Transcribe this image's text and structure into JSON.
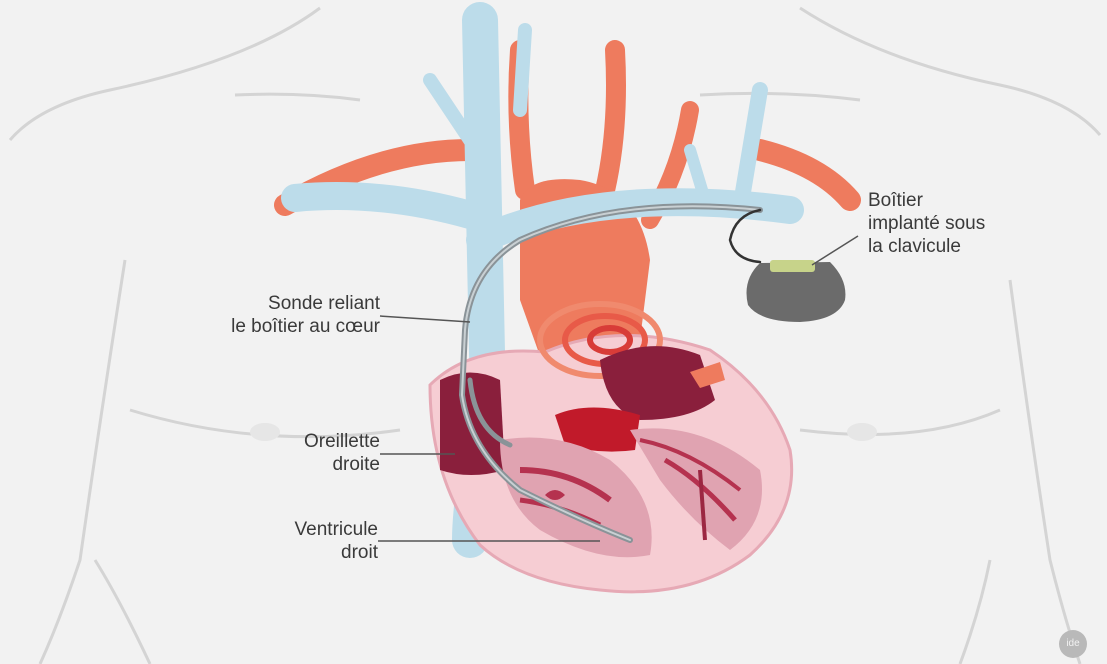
{
  "labels": {
    "boitier": [
      "Boîtier",
      "implanté sous",
      "la clavicule"
    ],
    "sonde": [
      "Sonde reliant",
      "le boîtier au cœur"
    ],
    "oreillette": [
      "Oreillette",
      "droite"
    ],
    "ventricule": [
      "Ventricule",
      "droit"
    ]
  },
  "logo_text": "ide",
  "colors": {
    "background": "#f2f2f2",
    "body_outline": "#d4d4d4",
    "vein": "#bcdcea",
    "artery": "#ee7b5e",
    "heart_outer": "#f6cdd3",
    "heart_dark": "#8a1f3c",
    "lead": "#8a9398",
    "device": "#6b6b6b",
    "label_text": "#3a3a3a"
  }
}
